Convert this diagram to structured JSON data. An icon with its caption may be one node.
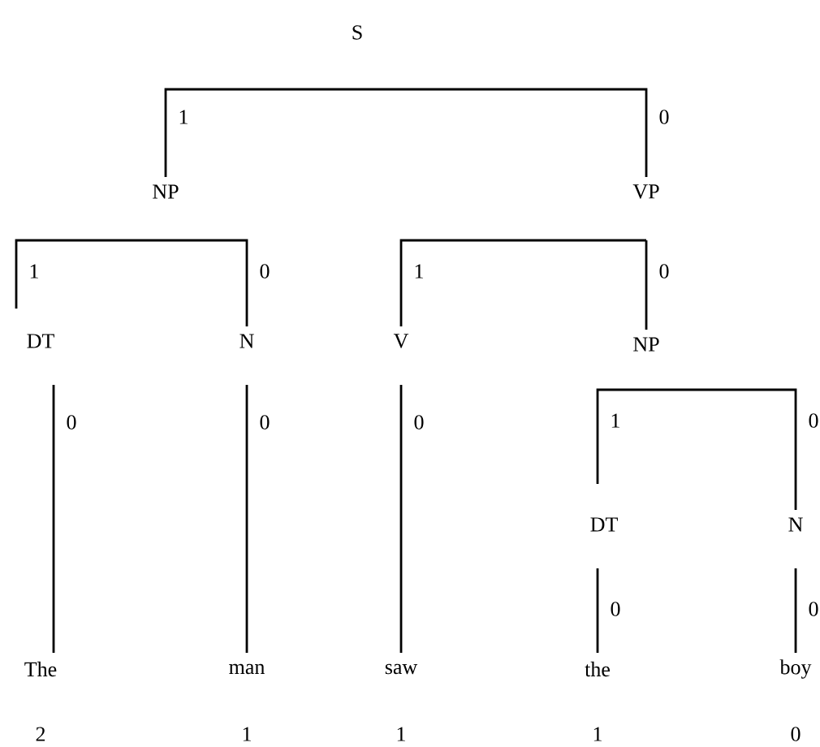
{
  "diagram": {
    "nodes": [
      {
        "text": [
          "S"
        ]
      },
      {
        "text": [
          "NP"
        ]
      },
      {
        "text": [
          "VP"
        ]
      },
      {
        "text": [
          "DT"
        ]
      },
      {
        "text": [
          "N"
        ]
      },
      {
        "text": [
          "V"
        ]
      },
      {
        "text": [
          "NP"
        ]
      },
      {
        "text": [
          "The"
        ],
        "beside": [
          "2"
        ]
      },
      {
        "text": [
          "man"
        ],
        "beside": [
          "1"
        ]
      },
      {
        "text": [
          "saw"
        ],
        "beside": [
          "1"
        ]
      },
      {
        "text": [
          "DT"
        ]
      },
      {
        "text": [
          "N"
        ]
      },
      {
        "text": [
          "the"
        ],
        "beside": [
          "1"
        ]
      },
      {
        "text": [
          "boy"
        ],
        "beside": [
          "0"
        ]
      }
    ],
    "edges": [
      {
        "from": 0,
        "to": 1,
        "arrow": "none",
        "label": "1"
      },
      {
        "from": 0,
        "to": 2,
        "arrow": "none",
        "label": "0"
      },
      {
        "from": 1,
        "to": 3,
        "arrow": "none",
        "label": "1"
      },
      {
        "from": 1,
        "to": 4,
        "arrow": "none",
        "label": "0"
      },
      {
        "from": 2,
        "to": 5,
        "arrow": "none",
        "label": "1"
      },
      {
        "from": 2,
        "to": 6,
        "arrow": "none",
        "label": "0"
      },
      {
        "from": 3,
        "to": 7,
        "arrow": "none",
        "label": "0"
      },
      {
        "from": 4,
        "to": 8,
        "arrow": "none",
        "label": "0"
      },
      {
        "from": 5,
        "to": 9,
        "arrow": "none",
        "label": "0"
      },
      {
        "from": 6,
        "to": 10,
        "arrow": "none",
        "label": "1"
      },
      {
        "from": 6,
        "to": 11,
        "arrow": "none",
        "label": "0"
      },
      {
        "from": 10,
        "to": 12,
        "arrow": "none",
        "label": "0"
      },
      {
        "from": 11,
        "to": 13,
        "arrow": "none",
        "label": "0"
      }
    ]
  }
}
